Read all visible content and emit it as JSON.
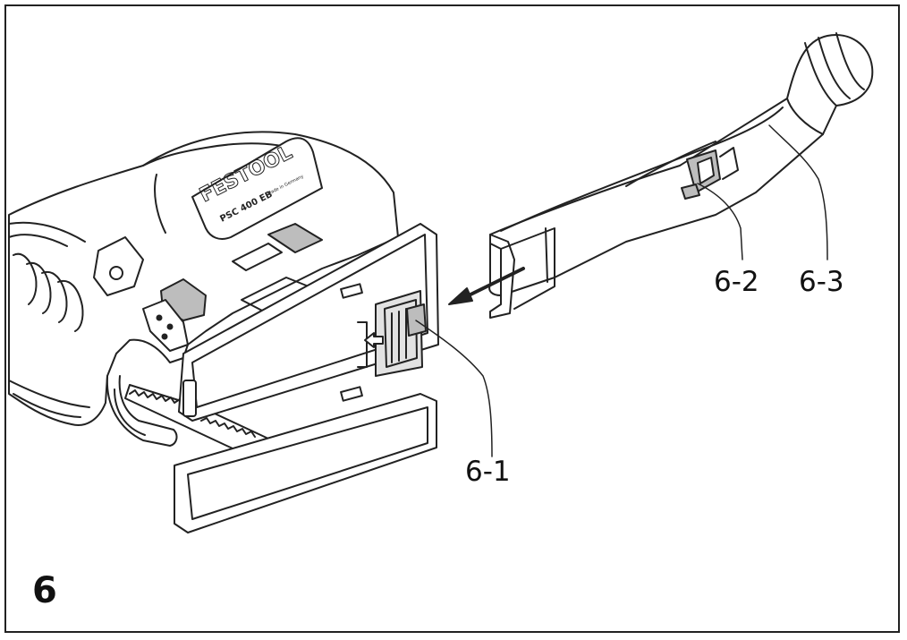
{
  "figure": {
    "number": "6"
  },
  "callouts": {
    "part_6_1": "6-1",
    "part_6_2": "6-2",
    "part_6_3": "6-3"
  },
  "tool_marking": {
    "brand": "FESTOOL",
    "model": "PSC 400 EB",
    "origin": "Made in Germany"
  },
  "colors": {
    "line": "#222222",
    "shade": "#bdbdbd",
    "light_shade": "#e2e2e2"
  }
}
